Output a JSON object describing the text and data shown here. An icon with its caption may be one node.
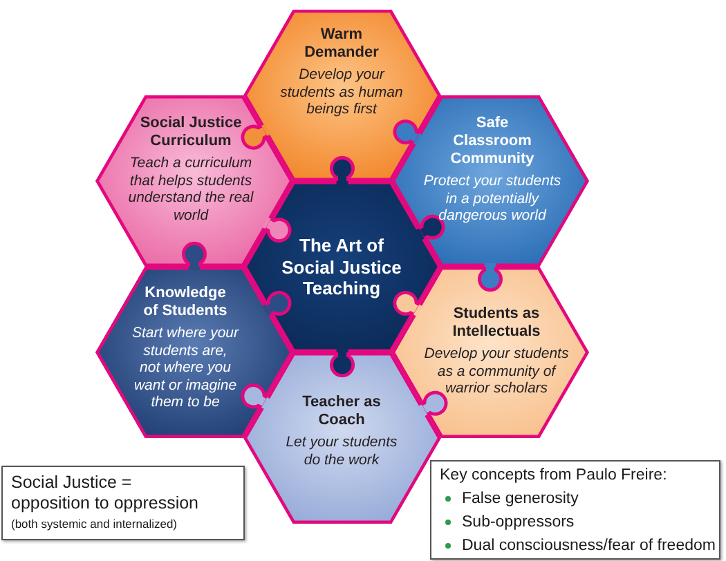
{
  "diagram": {
    "nodes": [
      {
        "text": [
          "Warm Demander",
          "Develop your students as human beings first"
        ]
      },
      {
        "text": [
          "Social Justice Curriculum",
          "Teach a curriculum that helps students understand the real world"
        ]
      },
      {
        "text": [
          "Safe Classroom Community",
          "Protect your students in a potentially dangerous world"
        ]
      },
      {
        "text": [
          "The Art of Social Justice Teaching"
        ]
      },
      {
        "text": [
          "Knowledge of Students",
          "Start where your students are, not where you want or imagine them to be"
        ]
      },
      {
        "text": [
          "Students as Intellectuals",
          "Develop your students as a community of warrior scholars"
        ]
      },
      {
        "text": [
          "Teacher as Coach",
          "Let your students do the work"
        ]
      },
      {
        "text": [
          "Social Justice = opposition to oppression",
          "(both systemic and internalized)"
        ]
      },
      {
        "text": [
          "Key concepts from Paulo Freire:",
          "False generosity",
          "Sub-oppressors",
          "Dual consciousness/fear of freedom"
        ]
      }
    ]
  }
}
